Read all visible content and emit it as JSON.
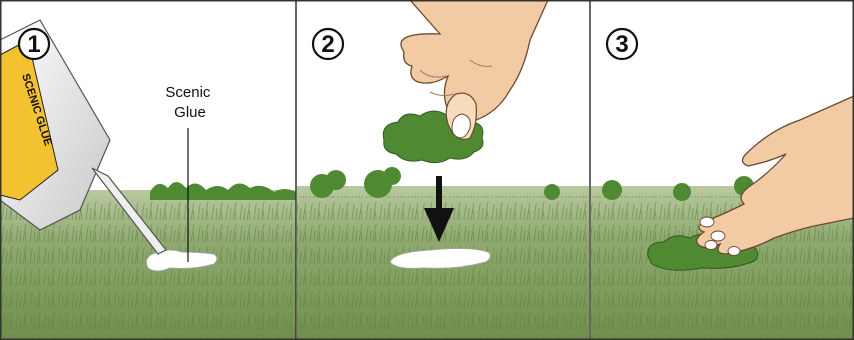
{
  "figure": {
    "panels": [
      {
        "step": "1",
        "callout": [
          "Scenic",
          "Glue"
        ],
        "bottle_label": "SCENIC GLUE"
      },
      {
        "step": "2"
      },
      {
        "step": "3"
      }
    ]
  },
  "colors": {
    "sky": "#ffffff",
    "ground": "#8fa970",
    "grass_dark": "#5f7f3a",
    "grass_light": "#a8c27e",
    "foliage": "#4f8a33",
    "glue": "#ffffff",
    "skin": "#f2cba5",
    "skin_shadow": "#d9a67e",
    "bottle_label": "#f2c230",
    "divider": "#333333"
  }
}
